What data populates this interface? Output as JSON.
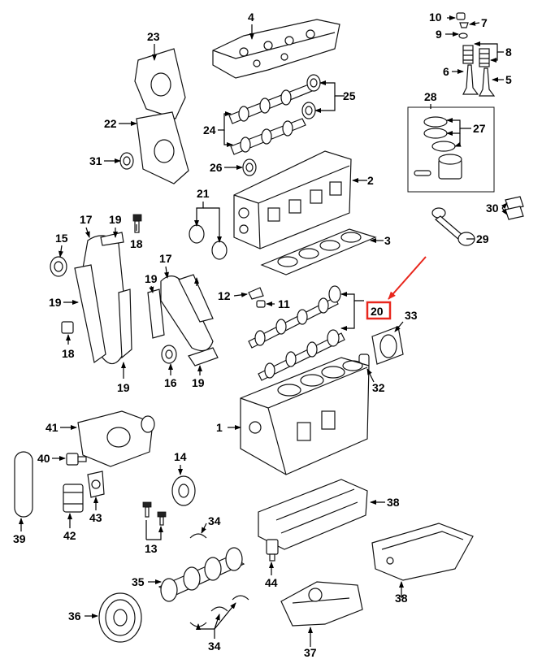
{
  "callouts": {
    "c1": "1",
    "c2": "2",
    "c3": "3",
    "c4": "4",
    "c5": "5",
    "c6": "6",
    "c7": "7",
    "c8": "8",
    "c9": "9",
    "c10": "10",
    "c11": "11",
    "c12": "12",
    "c13": "13",
    "c14": "14",
    "c15": "15",
    "c16": "16",
    "c17a": "17",
    "c17b": "17",
    "c18a": "18",
    "c18b": "18",
    "c19a": "19",
    "c19b": "19",
    "c19c": "19",
    "c19d": "19",
    "c19e": "19",
    "c20": "20",
    "c21": "21",
    "c22": "22",
    "c23": "23",
    "c24": "24",
    "c25": "25",
    "c26": "26",
    "c27": "27",
    "c28": "28",
    "c29": "29",
    "c30": "30",
    "c31": "31",
    "c32": "32",
    "c33": "33",
    "c34a": "34",
    "c34b": "34",
    "c35": "35",
    "c36": "36",
    "c37": "37",
    "c38a": "38",
    "c38b": "38",
    "c39": "39",
    "c40": "40",
    "c41": "41",
    "c42": "42",
    "c43": "43",
    "c44": "44"
  },
  "highlight": {
    "part": "20",
    "color": "#e8261c"
  }
}
